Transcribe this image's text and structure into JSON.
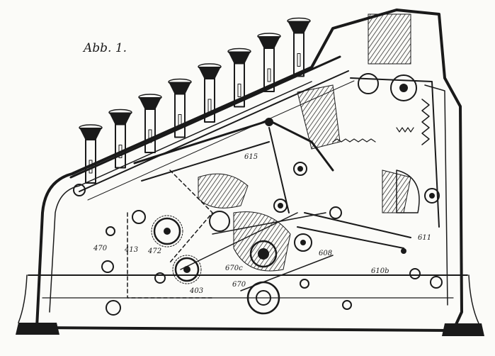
{
  "figure": {
    "caption": "Abb. 1."
  },
  "callouts": {
    "c615": "615",
    "c470": "470",
    "c413": "413",
    "c472": "472",
    "c403": "403",
    "c670c": "670c",
    "c670": "670",
    "c608": "608",
    "c610b": "610b",
    "c611": "611"
  },
  "key_count": 8,
  "colors": {
    "ink": "#1a1a1a",
    "paper": "#fbfbf8"
  }
}
